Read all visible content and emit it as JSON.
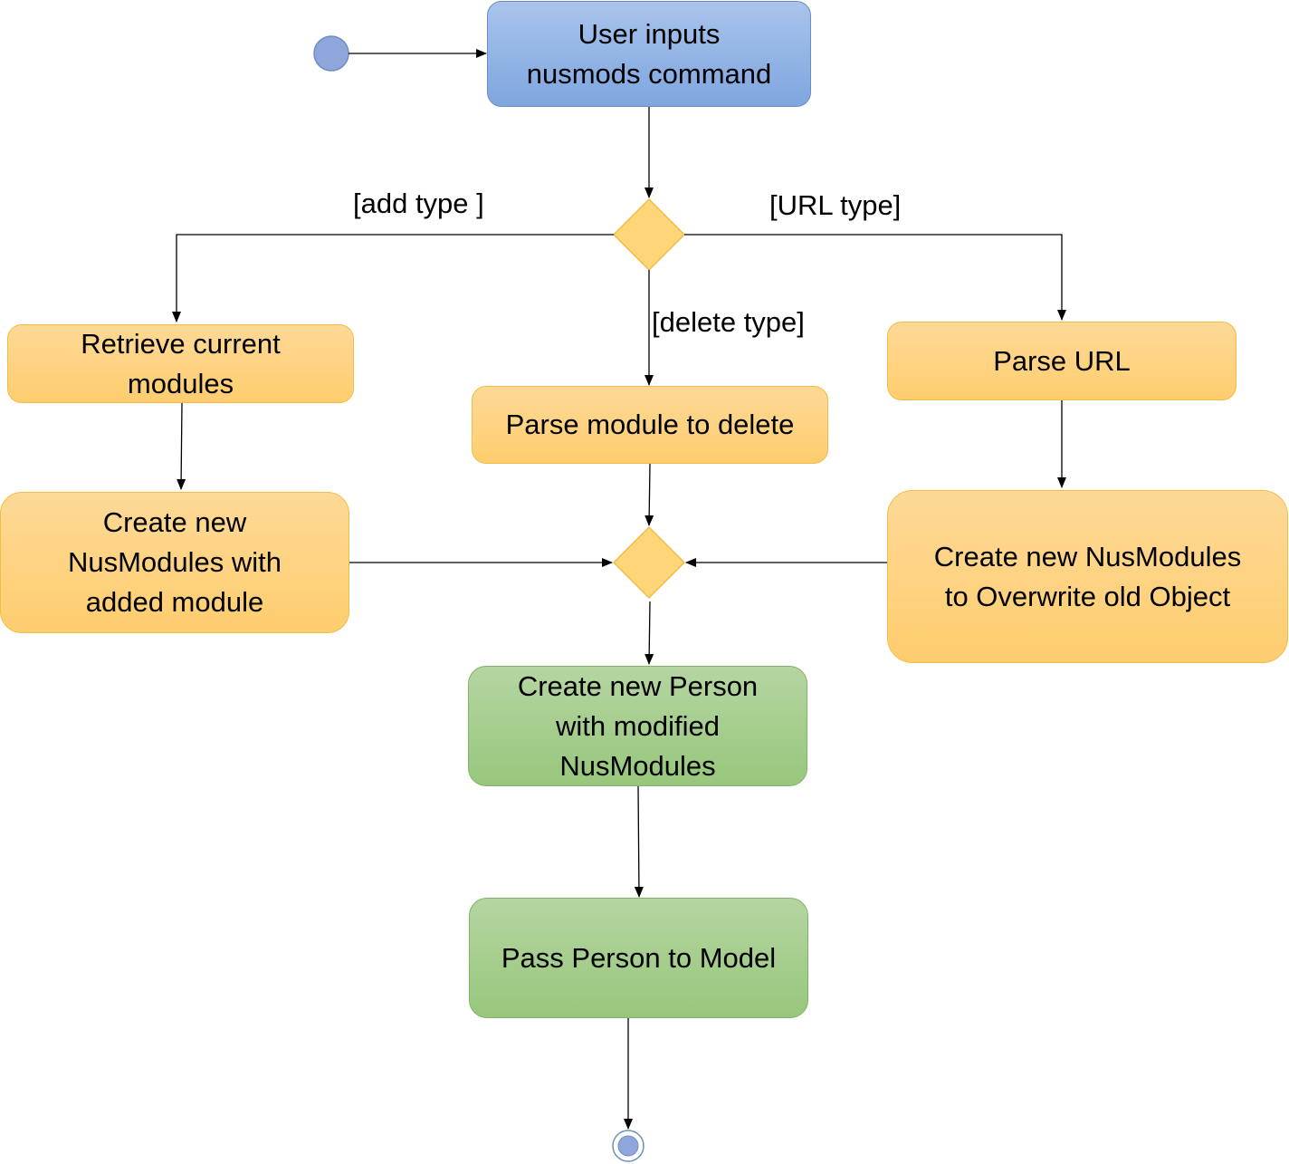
{
  "diagram": {
    "colors": {
      "start_node": "#8fa6dc",
      "start_stroke": "#6c8ebf",
      "decision_fill": "#ffd57a",
      "decision_stroke": "#f0be44",
      "arrow": "#000000"
    },
    "nodes": {
      "start_action": "User inputs\nnusmods command",
      "retrieve": "Retrieve current\nmodules",
      "parse_delete": "Parse module to delete",
      "parse_url": "Parse URL",
      "create_added": "Create new\nNusModules with\nadded module",
      "create_overwrite": "Create new NusModules\nto Overwrite old Object",
      "create_person": "Create new Person\nwith modified\nNusModules",
      "pass_person": "Pass Person to Model"
    },
    "guards": {
      "add": "[add type ]",
      "url": "[URL type]",
      "delete": "[delete type]"
    }
  }
}
